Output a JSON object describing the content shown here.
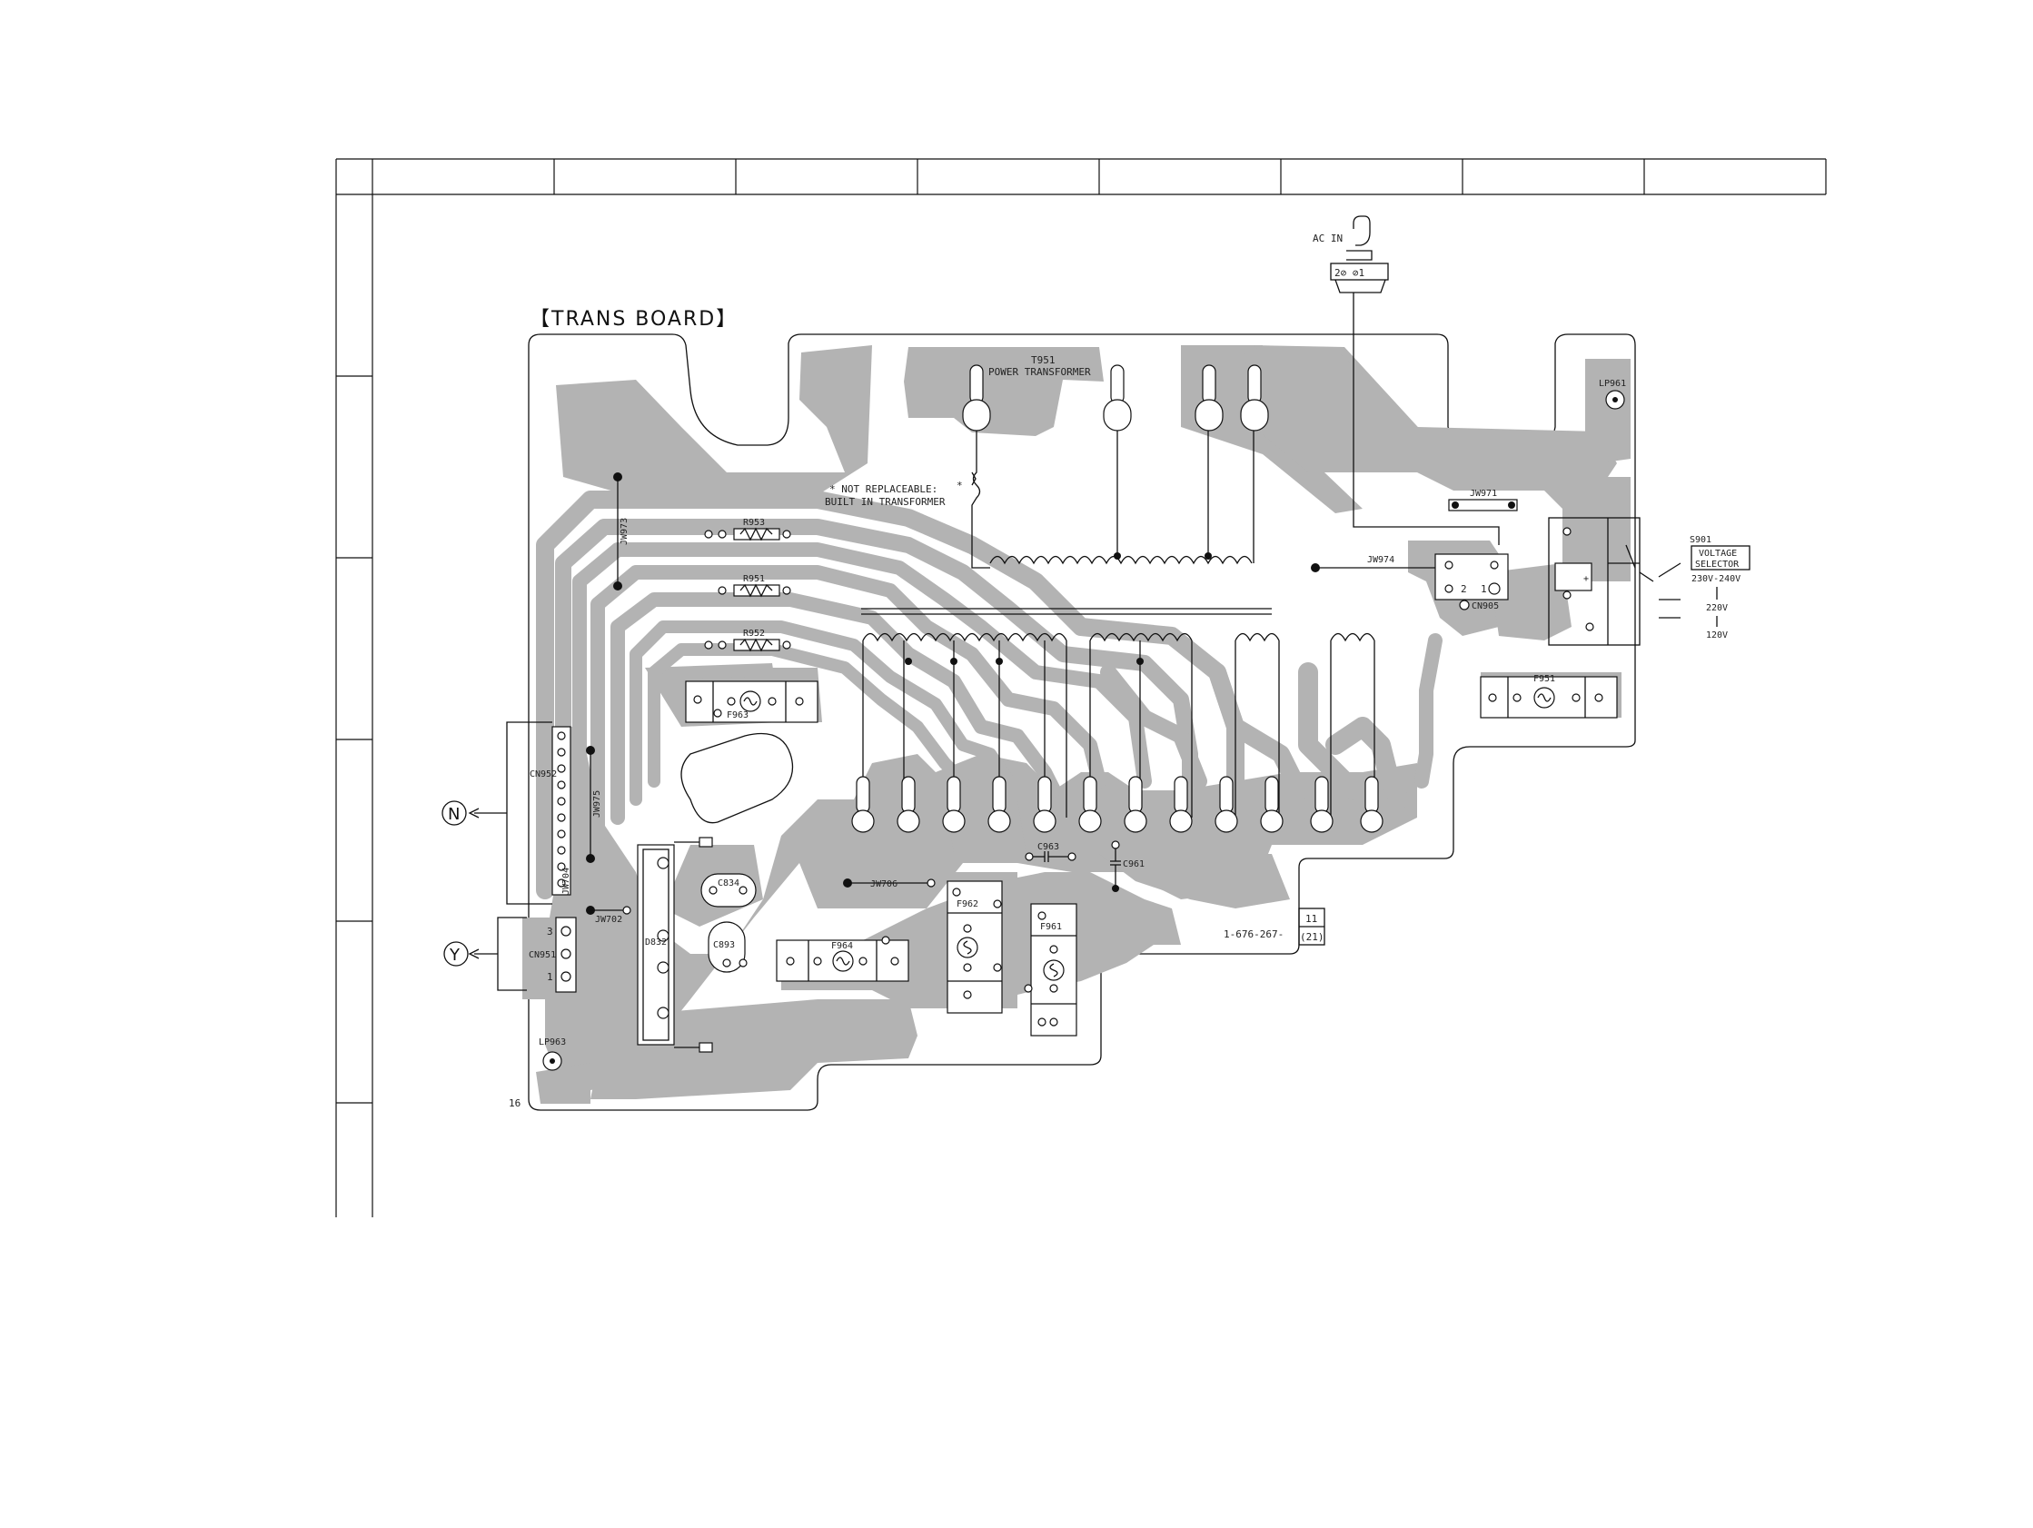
{
  "diagram": {
    "title": "【TRANS BOARD】",
    "page_number": "16",
    "board_number": "1-676-267-",
    "board_box": {
      "top": "11",
      "bottom": "(21)"
    },
    "note": {
      "line1": "* NOT REPLACEABLE:",
      "line2": "BUILT IN TRANSFORMER",
      "mark": "*"
    },
    "transformer": {
      "ref": "T951",
      "name": "POWER TRANSFORMER"
    },
    "ac_in": {
      "label": "AC IN",
      "pins": "2⊘ ⊘1"
    },
    "voltage_selector": {
      "ref": "S901",
      "line1": "VOLTAGE",
      "line2": "SELECTOR",
      "v1": "230V-240V",
      "v2": "220V",
      "v3": "120V"
    },
    "connectors": {
      "cn952": "CN952",
      "cn951": "CN951",
      "cn905": "CN905",
      "cn905_pin2": "2",
      "cn905_pin1": "1",
      "cn951_pin3": "3",
      "cn951_pin1": "1",
      "n_mark": "N",
      "y_mark": "Y"
    },
    "components": {
      "r953": "R953",
      "r951": "R951",
      "r952": "R952",
      "f963": "F963",
      "f964": "F964",
      "f962": "F962",
      "f961": "F961",
      "f951": "F951",
      "c963": "C963",
      "c961": "C961",
      "c834": "C834",
      "c893": "C893",
      "d832": "D832",
      "lp961": "LP961",
      "lp963": "LP963",
      "jw973": "JW973",
      "jw975": "JW975",
      "jw974": "JW974",
      "jw971": "JW971",
      "jw706": "JW706",
      "jw702": "JW702",
      "jw704": "JW704",
      "plus_mark": "+"
    }
  }
}
